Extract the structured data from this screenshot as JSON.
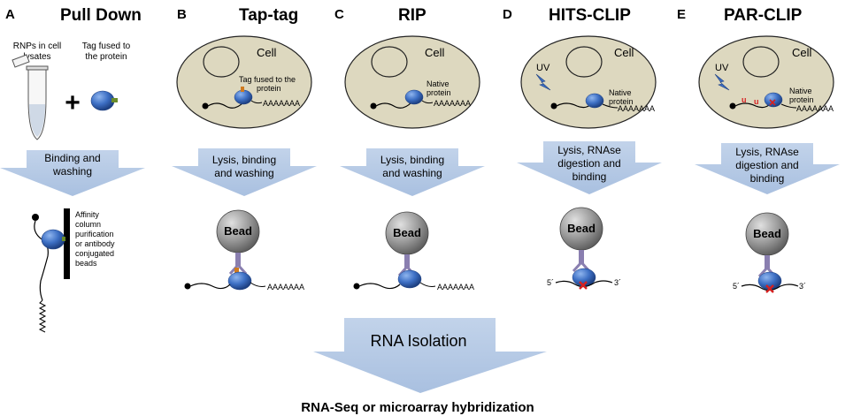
{
  "panels": {
    "a": {
      "letter": "A",
      "title": "Pull Down",
      "rnp_label": [
        "RNPs in cell",
        "lysates"
      ],
      "tag_label": [
        "Tag fused to",
        "the protein"
      ],
      "plus": "+",
      "arrow_text": [
        "Binding and",
        "washing"
      ],
      "column_text": [
        "Affinity",
        "column",
        "purification",
        "or antibody",
        "conjugated",
        "beads"
      ]
    },
    "b": {
      "letter": "B",
      "title": "Tap-tag",
      "cell_label": "Cell",
      "protein_label": [
        "Tag fused to the",
        "protein"
      ],
      "poly_a": "AAAAAAA",
      "arrow_text": [
        "Lysis, binding",
        "and washing"
      ],
      "bead_label": "Bead"
    },
    "c": {
      "letter": "C",
      "title": "RIP",
      "cell_label": "Cell",
      "protein_label": [
        "Native",
        "protein"
      ],
      "poly_a": "AAAAAAA",
      "arrow_text": [
        "Lysis, binding",
        "and washing"
      ],
      "bead_label": "Bead"
    },
    "d": {
      "letter": "D",
      "title": "HITS-CLIP",
      "cell_label": "Cell",
      "uv_label": "UV",
      "protein_label": [
        "Native",
        "protein"
      ],
      "poly_a": "AAAAAAA",
      "arrow_text": [
        "Lysis, RNAse",
        "digestion and",
        "binding"
      ],
      "bead_label": "Bead",
      "five_prime": "5´",
      "three_prime": "3´"
    },
    "e": {
      "letter": "E",
      "title": "PAR-CLIP",
      "cell_label": "Cell",
      "uv_label": "UV",
      "protein_label": [
        "Native",
        "protein"
      ],
      "poly_a": "AAAAAAA",
      "u_mark": "u",
      "arrow_text": [
        "Lysis, RNAse",
        "digestion and",
        "binding"
      ],
      "bead_label": "Bead",
      "five_prime": "5´",
      "three_prime": "3´"
    }
  },
  "rna_isolation": "RNA Isolation",
  "footer": "RNA-Seq or microarray hybridization",
  "colors": {
    "cell_fill": "#ddd8bf",
    "protein_blue": "#3d6fc4",
    "arrow_fill": "#b4c8e4",
    "bead_gray": "#8f8f8f",
    "antibody": "#8a7fb0",
    "tag_orange": "#d07a1e",
    "crosslink_red": "#d62020"
  }
}
